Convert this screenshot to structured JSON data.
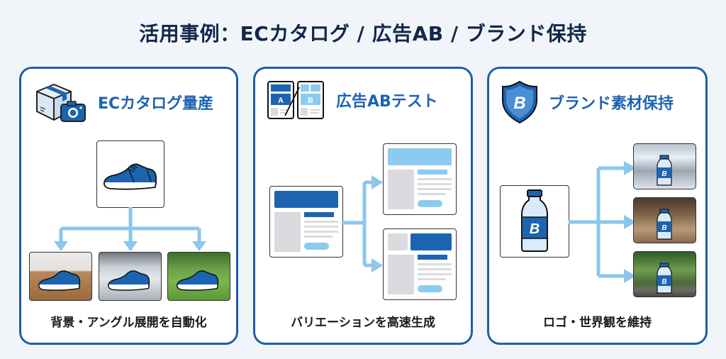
{
  "title": "活用事例：ECカタログ / 広告AB / ブランド保持",
  "colors": {
    "accent": "#1d64b0",
    "border": "#1d5fa8",
    "arrow": "#8cc6ec",
    "light_blue": "#8ccbef",
    "gray": "#d9dbde"
  },
  "cards": [
    {
      "title": "ECカタログ量産",
      "icon": "box-camera-icon",
      "caption": "背景・アングル展開を自動化",
      "variations": [
        "wood-floor-scene",
        "snow-road-scene",
        "park-grass-scene"
      ]
    },
    {
      "title": "広告ABテスト",
      "icon": "ab-layout-icon",
      "icon_labels": [
        "A",
        "B"
      ],
      "caption": "バリエーションを高速生成"
    },
    {
      "title": "ブランド素材保持",
      "icon": "brand-shield-icon",
      "icon_label": "B",
      "caption": "ロゴ・世界観を維持",
      "variations": [
        "office-scene",
        "cafe-scene",
        "outdoor-scene"
      ]
    }
  ]
}
